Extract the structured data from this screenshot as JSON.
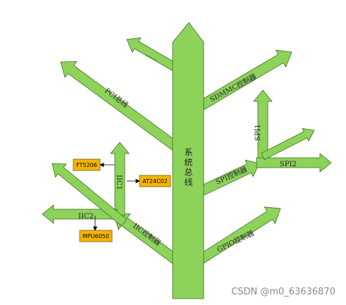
{
  "trunk": {
    "label": "系统总线"
  },
  "branches": {
    "dots": "……",
    "pci": "PCI总线",
    "sdmmc": "SDMMC控制器",
    "spi_ctrl": "SPI控制器",
    "spi1": "SPI1",
    "spi2": "SPI2",
    "gpio": "GPIO控制器",
    "iic_ctrl": "IIC控制器",
    "iic1": "IIC1",
    "iic2": "IIC2"
  },
  "devices": {
    "ft5206": "FT5206",
    "at24c02": "AT24C02",
    "mpu6050": "MPU6050"
  },
  "watermark": "CSDN @m0_63636870",
  "colors": {
    "branch_fill": "#8dd35a",
    "branch_stroke": "#3c6e20",
    "device_fill": "#f5b400",
    "device_stroke": "#7a5a00"
  }
}
